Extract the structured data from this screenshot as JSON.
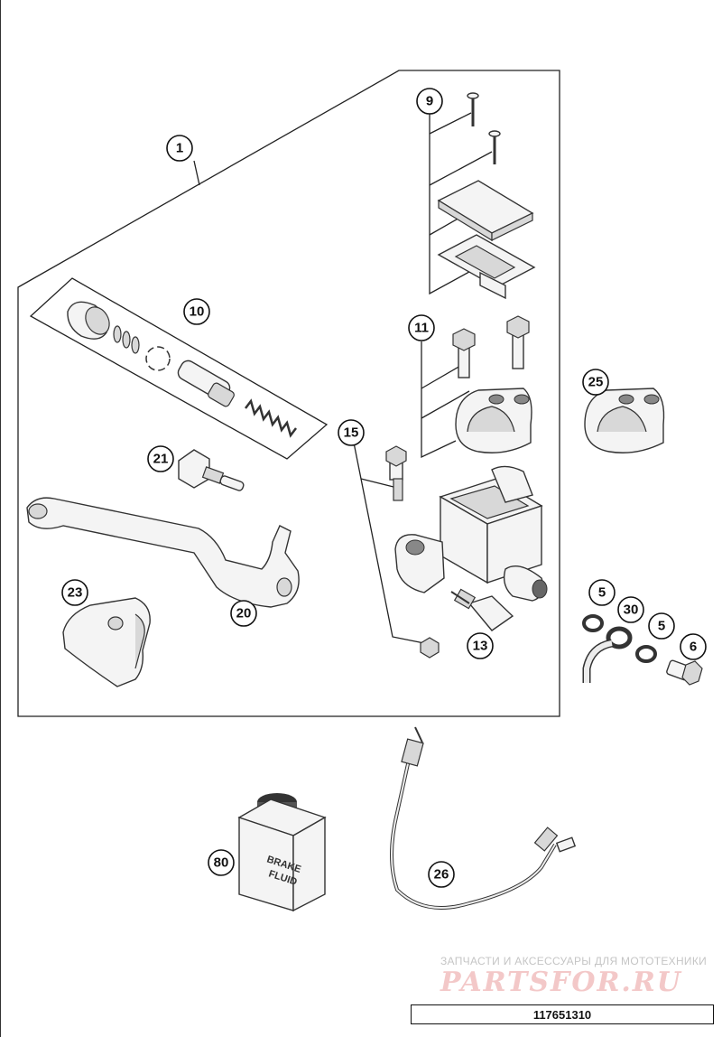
{
  "callouts": [
    {
      "label": "1"
    },
    {
      "label": "9"
    },
    {
      "label": "10"
    },
    {
      "label": "11"
    },
    {
      "label": "15"
    },
    {
      "label": "21"
    },
    {
      "label": "25"
    },
    {
      "label": "23"
    },
    {
      "label": "20"
    },
    {
      "label": "5"
    },
    {
      "label": "30"
    },
    {
      "label": "5"
    },
    {
      "label": "6"
    },
    {
      "label": "13"
    },
    {
      "label": "80"
    },
    {
      "label": "26"
    }
  ],
  "bottle_label": {
    "line1": "BRAKE",
    "line2": "FLUID"
  },
  "watermark": {
    "caption": "ЗАПЧАСТИ И АКСЕССУАРЫ ДЛЯ МОТОТЕХНИКИ",
    "logo": "PARTSFOR.RU"
  },
  "diagram_code": "117651310"
}
